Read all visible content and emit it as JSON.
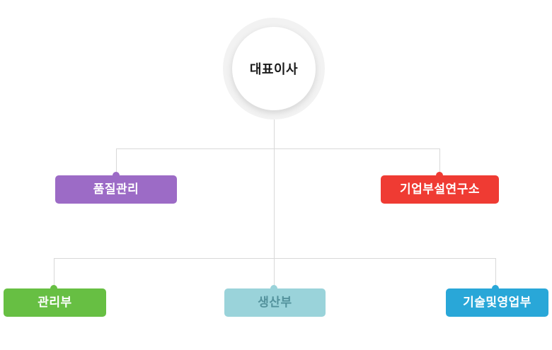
{
  "org_chart": {
    "root": {
      "label": "대표이사"
    },
    "line_color": "#d8d8d8",
    "nodes": {
      "quality": {
        "label": "품질관리",
        "color": "#9c6bc6",
        "text_color": "#ffffff"
      },
      "research": {
        "label": "기업부설연구소",
        "color": "#ef3b33",
        "text_color": "#ffffff"
      },
      "admin": {
        "label": "관리부",
        "color": "#67bf43",
        "text_color": "#ffffff"
      },
      "production": {
        "label": "생산부",
        "color": "#9ad3da",
        "text_color": "#53929c"
      },
      "tech_sales": {
        "label": "기술및영업부",
        "color": "#29a7d8",
        "text_color": "#ffffff"
      }
    }
  }
}
